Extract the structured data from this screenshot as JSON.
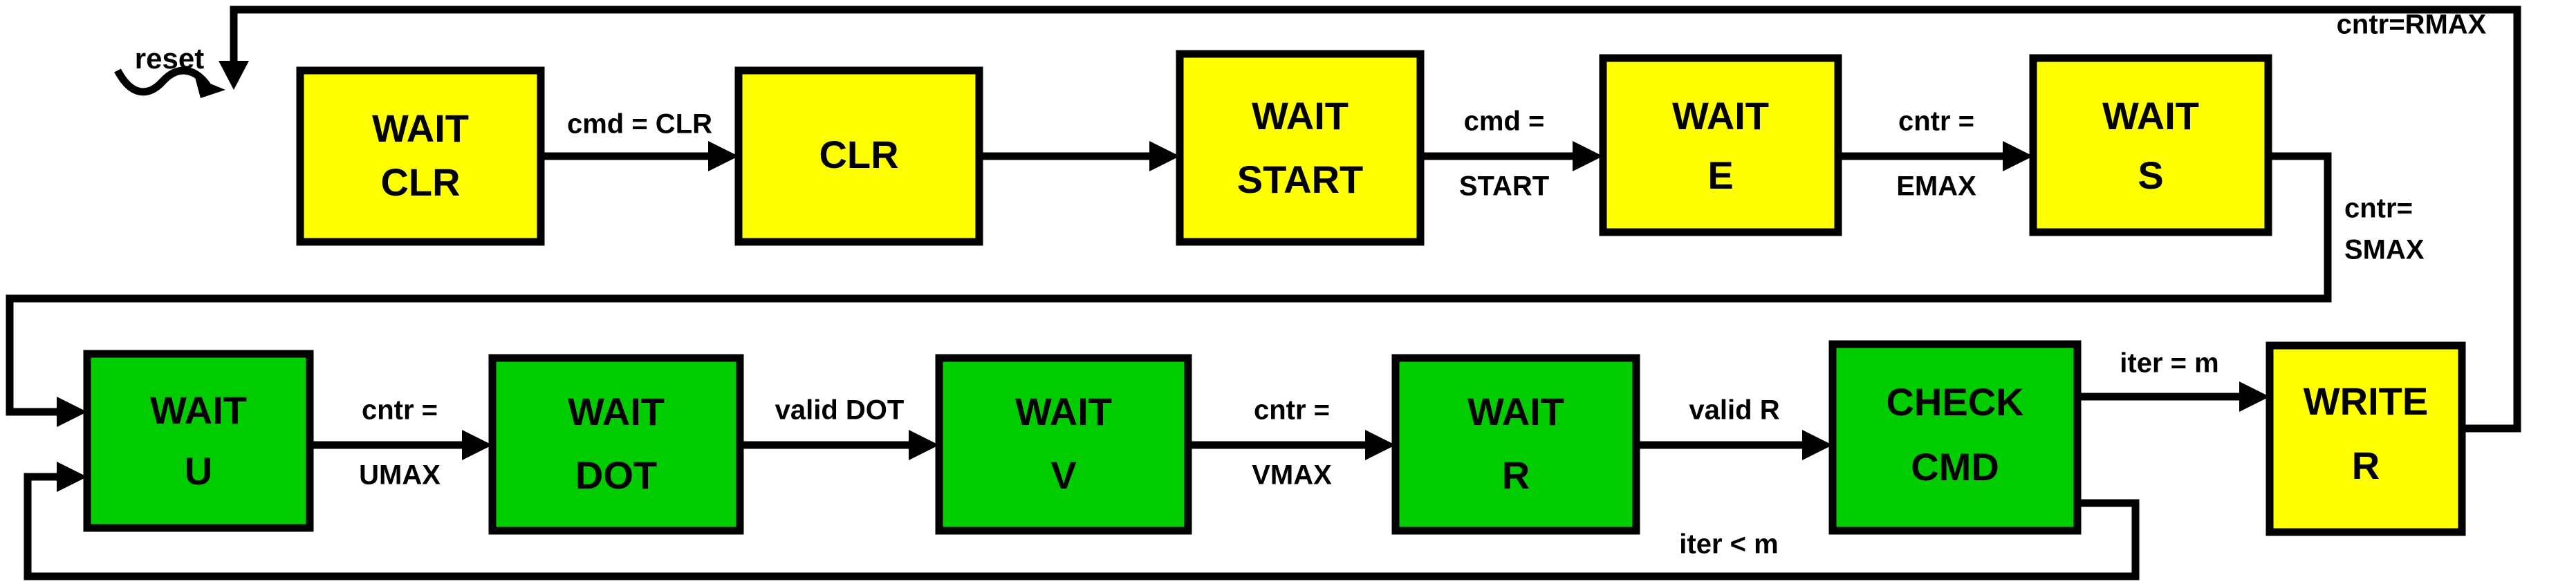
{
  "diagram": {
    "title": "FSM state diagram",
    "colors": {
      "yellow_state": "#ffff00",
      "green_state": "#00cc00",
      "line": "#000000",
      "background": "#ffffff",
      "text": "#000000"
    },
    "reset_label": "reset",
    "states": [
      {
        "id": "wait-clr",
        "line1": "WAIT",
        "line2": "CLR",
        "fill": "yellow"
      },
      {
        "id": "clr",
        "line1": "CLR",
        "line2": "",
        "fill": "yellow"
      },
      {
        "id": "wait-start",
        "line1": "WAIT",
        "line2": "START",
        "fill": "yellow"
      },
      {
        "id": "wait-e",
        "line1": "WAIT",
        "line2": "E",
        "fill": "yellow"
      },
      {
        "id": "wait-s",
        "line1": "WAIT",
        "line2": "S",
        "fill": "yellow"
      },
      {
        "id": "wait-u",
        "line1": "WAIT",
        "line2": "U",
        "fill": "green"
      },
      {
        "id": "wait-dot",
        "line1": "WAIT",
        "line2": "DOT",
        "fill": "green"
      },
      {
        "id": "wait-v",
        "line1": "WAIT",
        "line2": "V",
        "fill": "green"
      },
      {
        "id": "wait-r",
        "line1": "WAIT",
        "line2": "R",
        "fill": "green"
      },
      {
        "id": "check-cmd",
        "line1": "CHECK",
        "line2": "CMD",
        "fill": "green"
      },
      {
        "id": "write-r",
        "line1": "WRITE",
        "line2": "R",
        "fill": "yellow"
      }
    ],
    "transitions": [
      {
        "id": "t-reset",
        "from": "reset",
        "to": "wait-clr",
        "line1": "",
        "line2": ""
      },
      {
        "id": "t-clr",
        "from": "wait-clr",
        "to": "clr",
        "line1": "cmd = CLR",
        "line2": ""
      },
      {
        "id": "t-clr-waitstart",
        "from": "clr",
        "to": "wait-start",
        "line1": "",
        "line2": ""
      },
      {
        "id": "t-cmd-start",
        "from": "wait-start",
        "to": "wait-e",
        "line1": "cmd =",
        "line2": "START"
      },
      {
        "id": "t-cntr-emax",
        "from": "wait-e",
        "to": "wait-s",
        "line1": "cntr =",
        "line2": "EMAX"
      },
      {
        "id": "t-cntr-smax",
        "from": "wait-s",
        "to": "wait-u",
        "line1": "cntr=",
        "line2": "SMAX"
      },
      {
        "id": "t-cntr-umax",
        "from": "wait-u",
        "to": "wait-dot",
        "line1": "cntr =",
        "line2": "UMAX"
      },
      {
        "id": "t-valid-dot",
        "from": "wait-dot",
        "to": "wait-v",
        "line1": "valid DOT",
        "line2": ""
      },
      {
        "id": "t-cntr-vmax",
        "from": "wait-v",
        "to": "wait-r",
        "line1": "cntr =",
        "line2": "VMAX"
      },
      {
        "id": "t-valid-r",
        "from": "wait-r",
        "to": "check-cmd",
        "line1": "valid R",
        "line2": ""
      },
      {
        "id": "t-iter-eq-m",
        "from": "check-cmd",
        "to": "write-r",
        "line1": "iter = m",
        "line2": ""
      },
      {
        "id": "t-iter-lt-m",
        "from": "check-cmd",
        "to": "wait-u",
        "line1": "iter < m",
        "line2": ""
      },
      {
        "id": "t-cntr-rmax",
        "from": "write-r",
        "to": "wait-clr",
        "line1": "cntr=RMAX",
        "line2": ""
      }
    ],
    "edge_labels": {
      "cmd_clr": "cmd = CLR",
      "cmd_start_l1": "cmd =",
      "cmd_start_l2": "START",
      "cntr_emax_l1": "cntr =",
      "cntr_emax_l2": "EMAX",
      "cntr_smax_l1": "cntr=",
      "cntr_smax_l2": "SMAX",
      "cntr_rmax": "cntr=RMAX",
      "cntr_umax_l1": "cntr =",
      "cntr_umax_l2": "UMAX",
      "valid_dot": "valid DOT",
      "cntr_vmax_l1": "cntr =",
      "cntr_vmax_l2": "VMAX",
      "valid_r": "valid R",
      "iter_eq_m": "iter = m",
      "iter_lt_m": "iter < m"
    },
    "state_labels": {
      "wait_clr_l1": "WAIT",
      "wait_clr_l2": "CLR",
      "clr_l1": "CLR",
      "wait_start_l1": "WAIT",
      "wait_start_l2": "START",
      "wait_e_l1": "WAIT",
      "wait_e_l2": "E",
      "wait_s_l1": "WAIT",
      "wait_s_l2": "S",
      "wait_u_l1": "WAIT",
      "wait_u_l2": "U",
      "wait_dot_l1": "WAIT",
      "wait_dot_l2": "DOT",
      "wait_v_l1": "WAIT",
      "wait_v_l2": "V",
      "wait_r_l1": "WAIT",
      "wait_r_l2": "R",
      "check_cmd_l1": "CHECK",
      "check_cmd_l2": "CMD",
      "write_r_l1": "WRITE",
      "write_r_l2": "R"
    }
  }
}
